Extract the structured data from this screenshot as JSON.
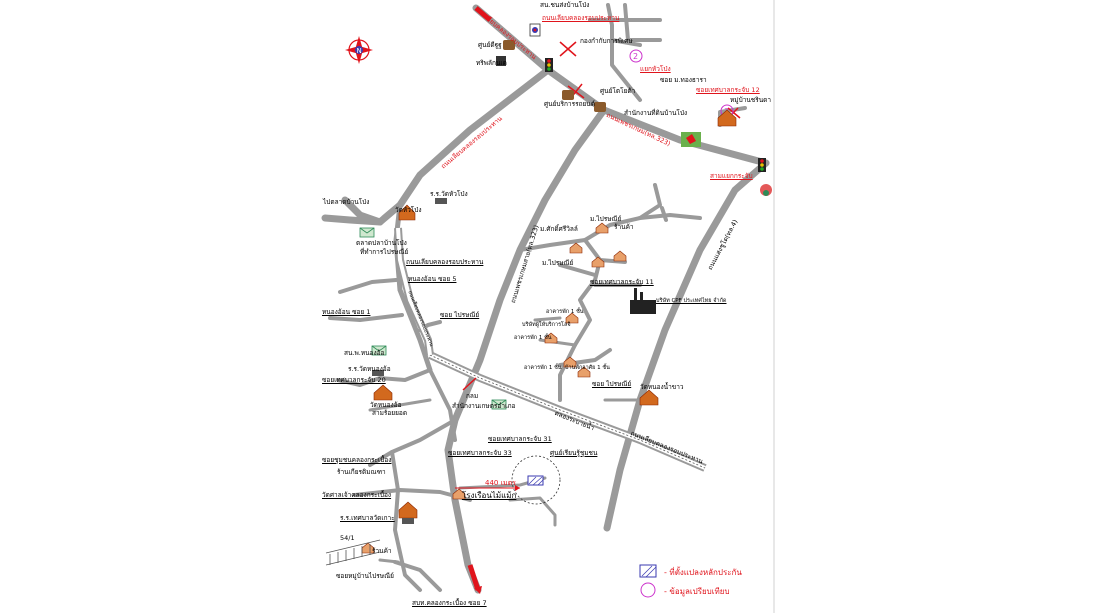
{
  "colors": {
    "road": "#9a9a9a",
    "highway_edge": "#555555",
    "red": "#e0141c",
    "plot": "#3a3ab0",
    "circle": "#cc33cc",
    "frame": "#d0d0d0"
  },
  "labels": {
    "hw_top": "ถนนเลียบคลองรอบประหาน",
    "ptt_station": "สน.ชนส่งบ้านโป่ง",
    "pump_station": "ศูนย์ดีฐูฐ",
    "trinet": "ทริพลักนเด",
    "dept_store": "กองกำกับการพิเศษ",
    "no_entry": "แยกหัวโป่ง",
    "soi_rachawan": "ซอย ม.ทองธารา",
    "soi_12": "ซอยเทศบาลกระจับ 12",
    "moo3": "หมู่บ้านชรินดา",
    "central": "ศูนย์โตโยต้า",
    "service_center": "ศูนย์บริการรถยนต์",
    "municipal_office": "สำนักงานที่ดินบ้านโป่ง",
    "rd_main_diag": "ถนนเพชรเกษม(ทล.323)",
    "rd_left_diag": "ถนนเลียบคลองรอบประหาน",
    "intersection_right": "สามแยกกระจับ",
    "rd_right_vertical": "ถนนแสงชูโต(ทล.4)",
    "rd_middle": "ถนนเพชรเกษมสาย(ทล.323)",
    "to_banpong": "ไปตลาดบ้านโป่ง",
    "wat_school": "ร.ร.วัดหัวโป่ง",
    "wat1": "วัดหัวโป่ง",
    "market": "ตลาดปลาบ้านโป่ง",
    "post1": "ที่ทำการไปรษณีย์",
    "klong_road": "ถนนเลียบคลองรอบประหาน",
    "soi5": "หนองอ้อน ซอย 5",
    "soi1": "หนองอ้อน ซอย 1",
    "soi_pipat": "ซอย ไปรษณีย์",
    "post2": "สน.พ.หนองอ้อ",
    "school2": "ร.ร.วัดหนองอ้อ",
    "soi20": "ซอยเทศบาลกระจับ 20",
    "wat_nongor": "วัดหนองอ้อ",
    "wat_nongor2": "สามร้อยยอด",
    "crossing": "กลม",
    "office_nong": "สำนักงานเกษตรอำเภอ",
    "soi31": "ซอยเทศบาลกระจับ 31",
    "soi33": "ซอยเทศบาลกระจับ 33",
    "target_shop": "ศูนย์เรียนรู้ชุมชน",
    "dist": "440 เมตร",
    "soi_local": "ซอยชุมชนคลองกระเบื้อง",
    "shop_local": "ร้านเกียรติมณฑา",
    "wat_klong": "วัดศาลเจ้าคลองกระเบื้อง",
    "school3": "ร.ร.เทศบาลวัดเกาะ",
    "soi_small": "54/1",
    "school_bottom": "ร้านค้า",
    "road_bottom": "ซอยหมู่บ้านไปรษณีย์",
    "soi7": "สบท.คลองกระเบื้อง ซอย 7",
    "village1": "ม.ไปรษณีย์",
    "village2": "ม.ศักดิ์ศรีวิลล์",
    "village3": "ร้านค้า",
    "village4": "ม.ไปรษณีย์",
    "soi11": "ซอยเทศบาลกระจับ 11",
    "factory": "บริษัท CPF ประเทศไทย จำกัด",
    "house1": "อาคารพัก 1 ชั้น",
    "house2": "บริษัทผู้ให้บริการโลจิ",
    "house3": "อาคารพัก 1 ชั้น",
    "house4": "อาคารพัก 1 ชั้น",
    "house5": "บ้านพักอาศัย 1 ชั้น",
    "soi_pipat2": "ซอย ไปรษณีย์",
    "wat_right": "วัดหนองน้ำขาว",
    "rd_lower_diag": "ถนนเลียบคลองรอบประหาน",
    "rd_lower_diag2": "คลองระบายน้ำ",
    "brand_target": "โรงเรือนไม้แม้ก"
  },
  "legend": {
    "plot_label": "- ที่ตั้งแปลงหลักประกัน",
    "compare_label": "- ข้อมูลเปรียบเทียบ"
  },
  "markers": {
    "marker2": "2",
    "marker3": "3"
  },
  "compass": "N"
}
